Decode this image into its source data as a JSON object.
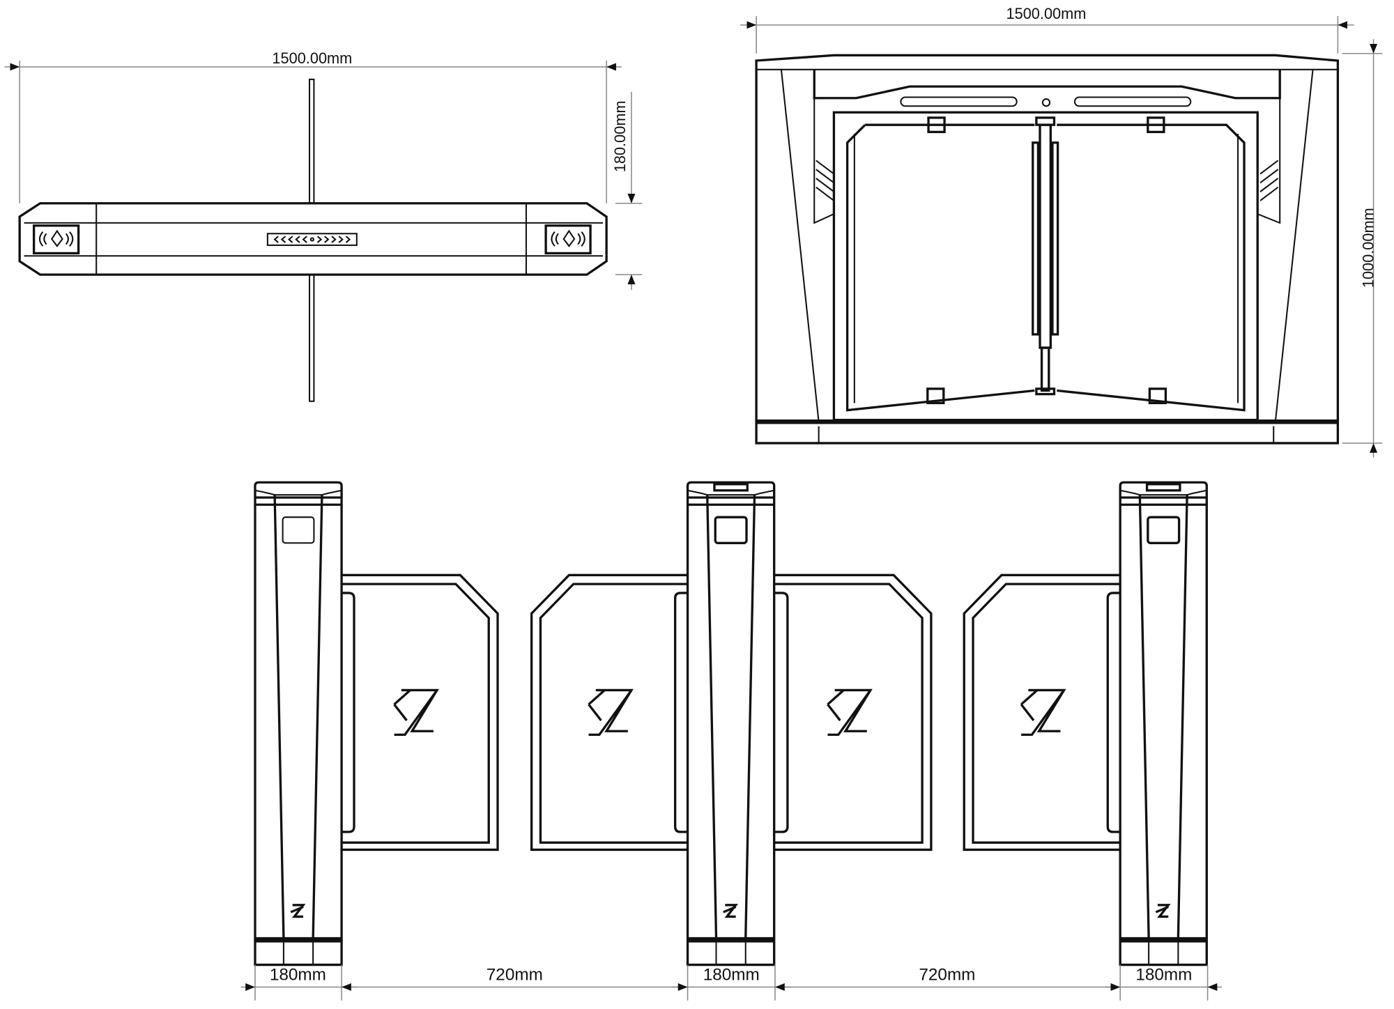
{
  "top_view": {
    "width_label": "1500.00mm",
    "depth_label": "180.00mm"
  },
  "front_view": {
    "width_label": "1500.00mm",
    "height_label": "1000.00mm"
  },
  "elevation": {
    "dimensions": [
      "180mm",
      "720mm",
      "180mm",
      "720mm",
      "180mm"
    ]
  },
  "colors": {
    "line": "#111111",
    "dimension": "#888888"
  }
}
